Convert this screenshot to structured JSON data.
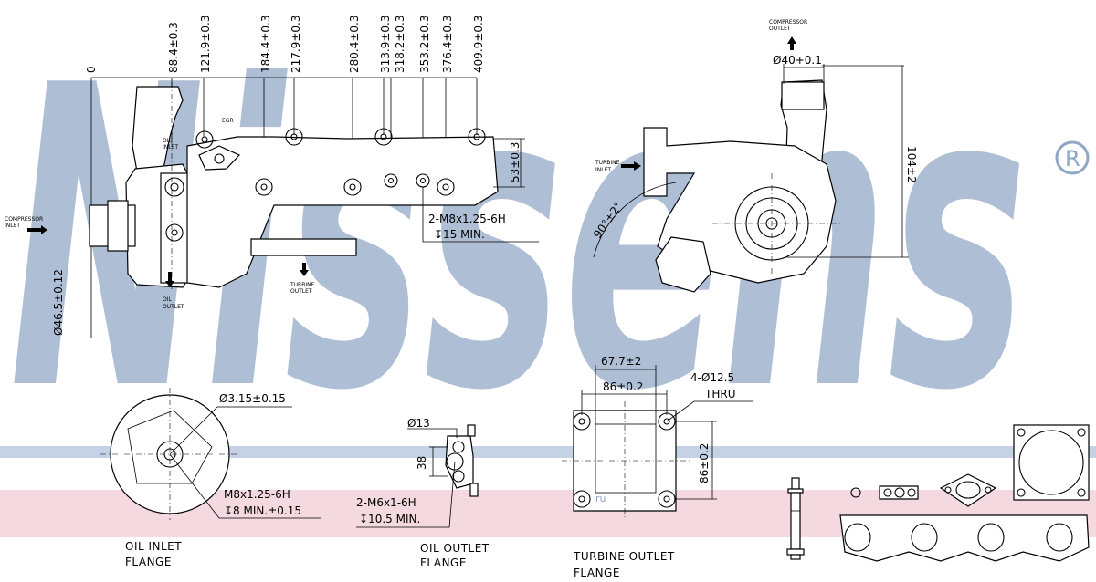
{
  "watermark": {
    "brand": "Nissens",
    "registered_mark": "®"
  },
  "main_view": {
    "zero_label": "0",
    "dimensions": [
      "88.4±0.3",
      "121.9±0.3",
      "184.4±0.3",
      "217.9±0.3",
      "280.4±0.3",
      "313.9±0.3",
      "318.2±0.3",
      "353.2±0.3",
      "376.4±0.3",
      "409.9±0.3"
    ],
    "height_dim": "53±0.3",
    "diameter_dim": "Ø46.5±0.12",
    "thread_spec": "2-M8x1.25-6H",
    "thread_depth": "↧15 MIN.",
    "labels": {
      "compressor_inlet_1": "COMPRESSOR",
      "compressor_inlet_2": "INLET",
      "oil_inlet_1": "OIL",
      "oil_inlet_2": "INLET",
      "egr": "EGR",
      "oil_outlet_1": "OIL",
      "oil_outlet_2": "OUTLET",
      "turbine_outlet_1": "TURBINE",
      "turbine_outlet_2": "OUTLET"
    }
  },
  "side_view": {
    "outlet_diameter": "Ø40+0.1",
    "angle": "90°±2°",
    "height": "104±2",
    "labels": {
      "compressor_outlet_1": "COMPRESSOR",
      "compressor_outlet_2": "OUTLET",
      "turbine_inlet_1": "TURBINE",
      "turbine_inlet_2": "INLET"
    }
  },
  "oil_inlet_flange": {
    "hole": "Ø3.15±0.15",
    "thread": "M8x1.25-6H",
    "depth": "↧8 MIN.±0.15",
    "title_1": "OIL INLET",
    "title_2": "FLANGE"
  },
  "oil_outlet_flange": {
    "hole": "Ø13",
    "height": "38",
    "thread": "2-M6x1-6H",
    "depth": "↧10.5 MIN.",
    "title_1": "OIL OUTLET",
    "title_2": "FLANGE"
  },
  "turbine_outlet_flange": {
    "width_outer": "67.7±2",
    "width_inner": "86±0.2",
    "holes_1": "4-Ø12.5",
    "holes_2": "THRU",
    "height": "86±0.2",
    "title_1": "TURBINE OUTLET",
    "title_2": "FLANGE"
  },
  "site_mark": "ru",
  "colors": {
    "watermark_blue": "#8fa6c6",
    "band_blue": "#b7c7df",
    "band_pink": "#f1ccd6"
  }
}
